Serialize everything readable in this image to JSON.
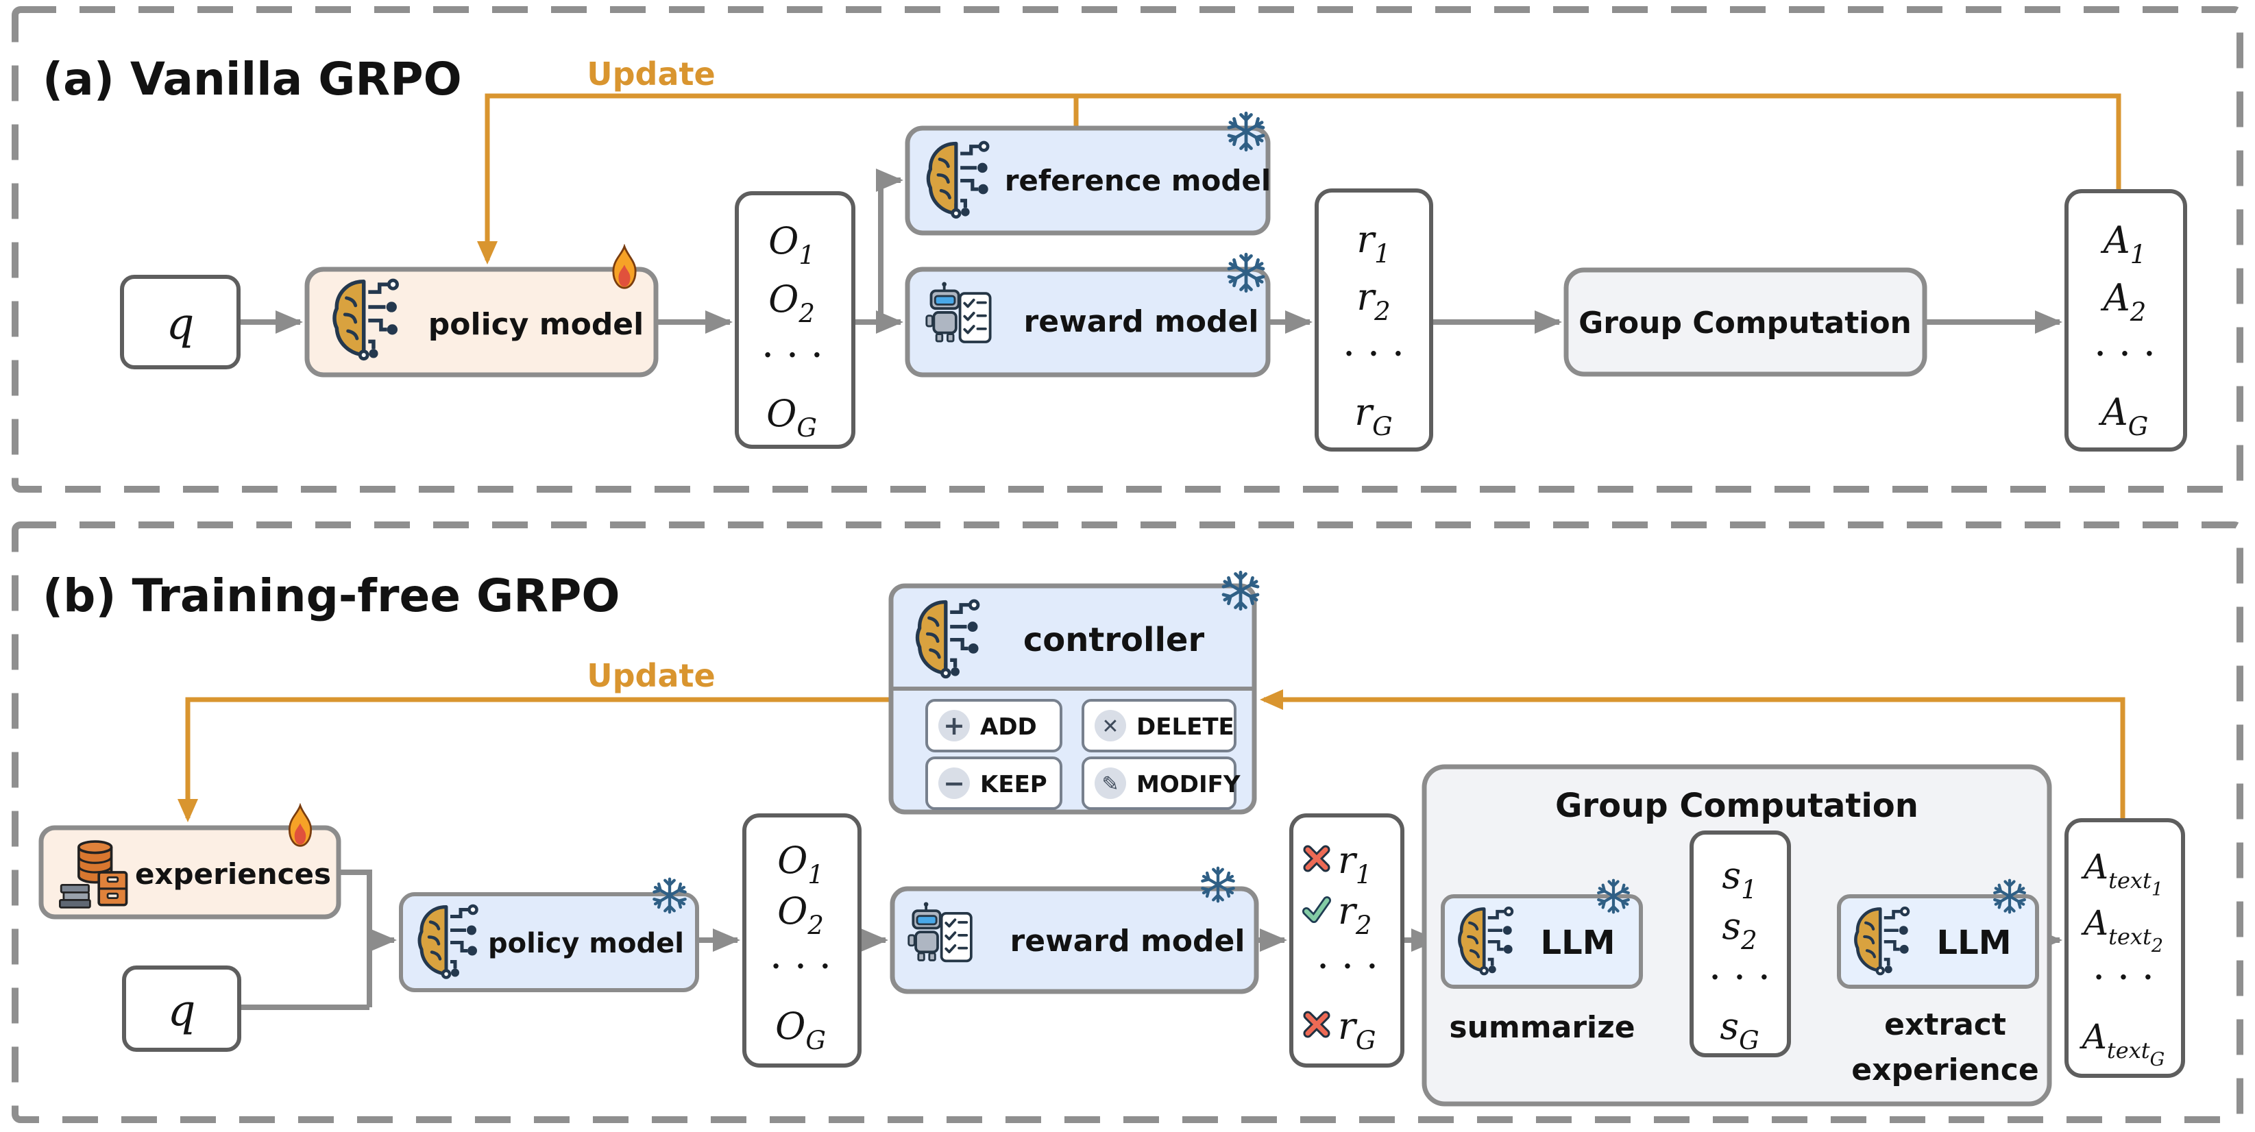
{
  "colors": {
    "accent_orange": "#D9952F",
    "box_blue": "#E1EBFB",
    "box_peach": "#FCEFE4",
    "box_gray": "#F2F3F6",
    "connector_gray": "#8C8C8C",
    "icon_navy": "#24384E",
    "brain_orange": "#D9A23F",
    "cross_red": "#ED6A55",
    "check_green": "#84CCA5"
  },
  "panel_a": {
    "title": "(a) Vanilla GRPO",
    "update_label": "Update",
    "query_label": "q",
    "policy_model": {
      "label": "policy model"
    },
    "reference_model": {
      "label": "reference model"
    },
    "reward_model": {
      "label": "reward model"
    },
    "group_computation": {
      "label": "Group Computation"
    },
    "outputs": {
      "items": [
        {
          "main": "O",
          "sub": "1"
        },
        {
          "main": "O",
          "sub": "2"
        },
        {
          "dots": "· · ·"
        },
        {
          "main": "O",
          "sub": "G"
        }
      ]
    },
    "rewards": {
      "items": [
        {
          "main": "r",
          "sub": "1"
        },
        {
          "main": "r",
          "sub": "2"
        },
        {
          "dots": "· · ·"
        },
        {
          "main": "r",
          "sub": "G"
        }
      ]
    },
    "advantages": {
      "items": [
        {
          "main": "A",
          "sub": "1"
        },
        {
          "main": "A",
          "sub": "2"
        },
        {
          "dots": "· · ·"
        },
        {
          "main": "A",
          "sub": "G"
        }
      ]
    }
  },
  "panel_b": {
    "title": "(b) Training-free GRPO",
    "update_label": "Update",
    "query_label": "q",
    "experiences": {
      "label": "experiences"
    },
    "policy_model": {
      "label": "policy model"
    },
    "reward_model": {
      "label": "reward model"
    },
    "controller": {
      "label": "controller",
      "buttons": [
        {
          "icon": "plus-icon",
          "glyph": "+",
          "label": "ADD"
        },
        {
          "icon": "delete-icon",
          "glyph": "✕",
          "label": "DELETE"
        },
        {
          "icon": "minus-icon",
          "glyph": "−",
          "label": "KEEP"
        },
        {
          "icon": "pencil-icon",
          "glyph": "✎",
          "label": "MODIFY"
        }
      ]
    },
    "group_computation": {
      "label": "Group Computation",
      "llm1": {
        "label": "LLM",
        "caption": "summarize"
      },
      "llm2": {
        "label": "LLM",
        "caption_line1": "extract",
        "caption_line2": "experience"
      }
    },
    "outputs": {
      "items": [
        {
          "main": "O",
          "sub": "1"
        },
        {
          "main": "O",
          "sub": "2"
        },
        {
          "dots": "· · ·"
        },
        {
          "main": "O",
          "sub": "G"
        }
      ]
    },
    "rewards": {
      "items": [
        {
          "icon": "cross-icon",
          "main": "r",
          "sub": "1"
        },
        {
          "icon": "check-icon",
          "main": "r",
          "sub": "2"
        },
        {
          "dots": "· · ·"
        },
        {
          "icon": "cross-icon",
          "main": "r",
          "sub": "G"
        }
      ]
    },
    "scores": {
      "items": [
        {
          "main": "s",
          "sub": "1"
        },
        {
          "main": "s",
          "sub": "2"
        },
        {
          "dots": "· · ·"
        },
        {
          "main": "s",
          "sub": "G"
        }
      ]
    },
    "advantages": {
      "items": [
        {
          "main": "A",
          "sub": "text",
          "subsub": "1"
        },
        {
          "main": "A",
          "sub": "text",
          "subsub": "2"
        },
        {
          "dots": "· · ·"
        },
        {
          "main": "A",
          "sub": "text",
          "subsub": "G"
        }
      ]
    }
  }
}
